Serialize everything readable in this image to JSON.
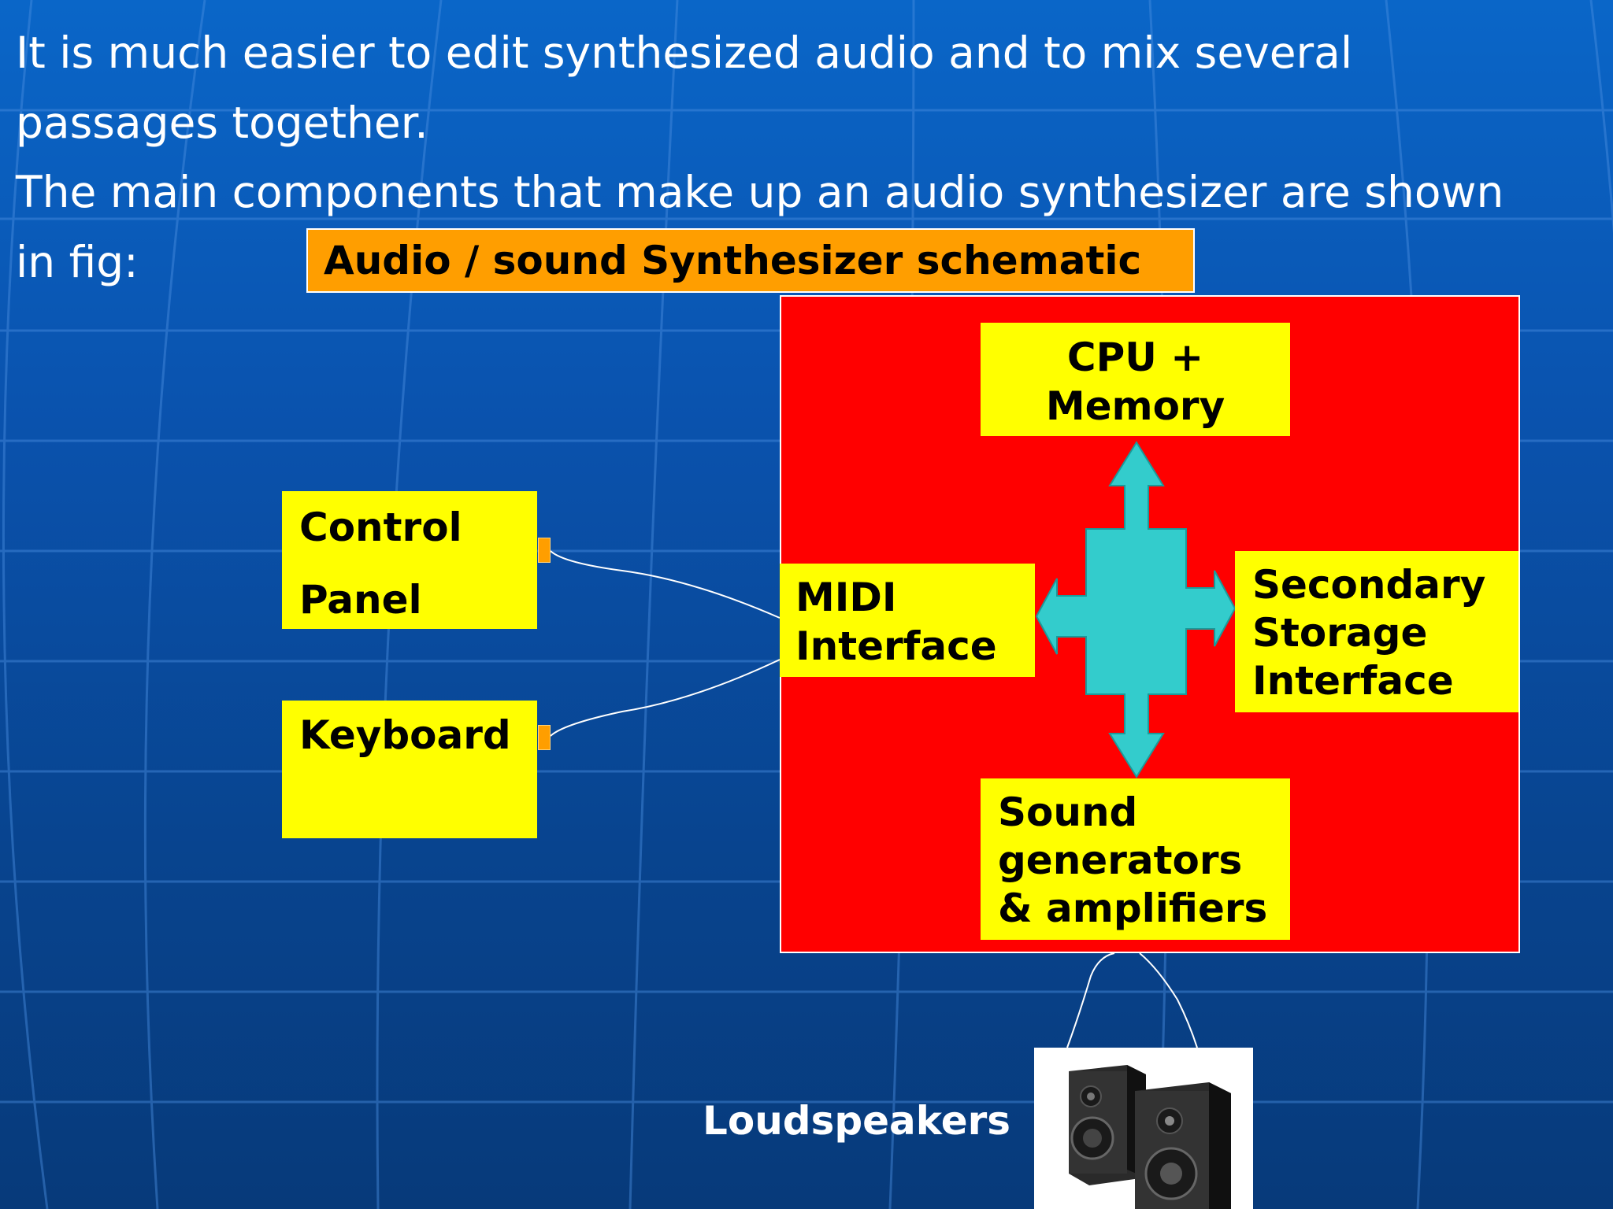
{
  "text": {
    "paragraph_1": [
      "It is much easier to edit synthesized audio and to mix several",
      "passages together."
    ],
    "paragraph_2": [
      "The main components that make up an audio synthesizer are shown",
      "in fig:"
    ]
  },
  "diagram": {
    "title": "Audio / sound Synthesizer schematic",
    "nodes": {
      "cpu": [
        "CPU +",
        "Memory"
      ],
      "midi": [
        "MIDI",
        "Interface"
      ],
      "secondary": [
        "Secondary",
        "Storage",
        "Interface"
      ],
      "sound": [
        "Sound",
        "generators",
        "& amplifiers"
      ],
      "control": [
        "Control",
        "Panel"
      ],
      "keyboard": [
        "Keyboard"
      ],
      "loudspeakers": "Loudspeakers"
    },
    "edges": [
      {
        "from": "control",
        "to": "midi"
      },
      {
        "from": "keyboard",
        "to": "midi"
      },
      {
        "from": "sound",
        "to": "loudspeakers"
      },
      {
        "from": "hub",
        "to": "cpu"
      },
      {
        "from": "hub",
        "to": "midi"
      },
      {
        "from": "hub",
        "to": "secondary"
      },
      {
        "from": "hub",
        "to": "sound"
      }
    ]
  },
  "colors": {
    "background": "#0a5ab8",
    "title_box": "#ff9e00",
    "container": "#ff0000",
    "node_fill": "#ffff00",
    "bus_arrows": "#33cccc",
    "port": "#ff9e00"
  },
  "icons": {
    "bus": "four-way-arrow-icon",
    "speakers": "loudspeakers-icon"
  }
}
